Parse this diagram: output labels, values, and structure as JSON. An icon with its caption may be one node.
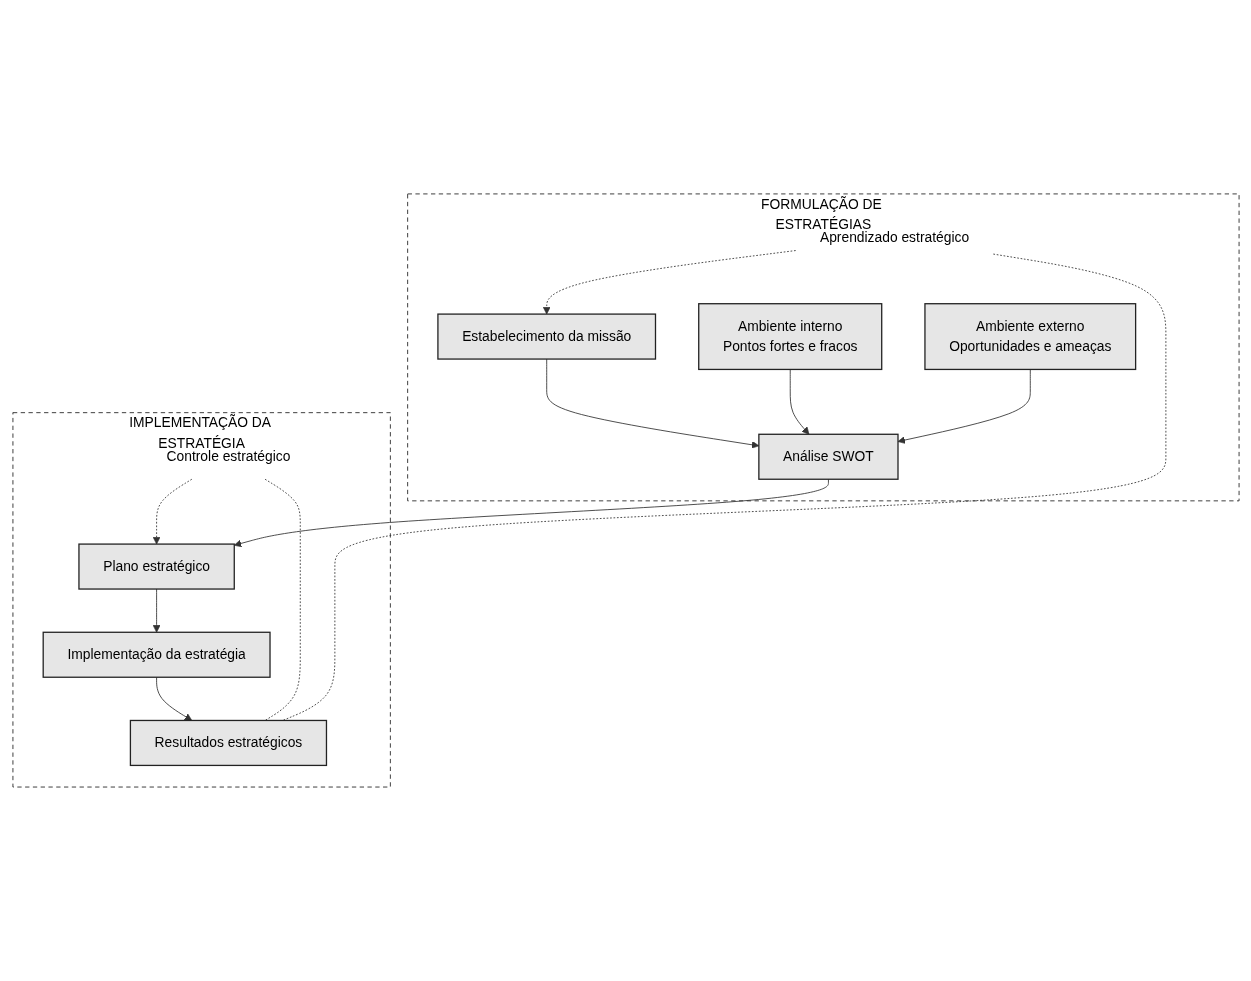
{
  "diagram": {
    "nodes": [
      {
        "text": [
          "FORMULAÇÃO DE ESTRATÉGIAS"
        ]
      },
      {
        "text": [
          "Estabelecimento da missão"
        ],
        "in": 0
      },
      {
        "text": [
          "Ambiente interno",
          "Pontos fortes e fracos"
        ],
        "in": 0
      },
      {
        "text": [
          "Análise SWOT"
        ],
        "in": 0
      },
      {
        "text": [
          "Ambiente externo",
          "Oportunidades e ameaças"
        ],
        "in": 0
      },
      {
        "text": [
          "Aprendizado estratégico"
        ],
        "in": 0
      },
      {
        "text": [
          "IMPLEMENTAÇÃO DA ESTRATÉGIA"
        ]
      },
      {
        "text": [
          "Plano estratégico"
        ],
        "in": 6
      },
      {
        "text": [
          "Implementação da estratégia"
        ],
        "in": 6
      },
      {
        "text": [
          "Resultados estratégicos"
        ],
        "in": 6
      },
      {
        "text": [
          "Controle estratégico"
        ],
        "in": 6
      }
    ],
    "edges": [
      {
        "from": 1,
        "to": 3,
        "arrow": "to"
      },
      {
        "from": 2,
        "to": 3,
        "arrow": "to"
      },
      {
        "from": 4,
        "to": 3,
        "arrow": "to"
      },
      {
        "from": 3,
        "to": 7,
        "arrow": "to"
      },
      {
        "from": 7,
        "to": 8,
        "arrow": "to"
      },
      {
        "from": 8,
        "to": 9,
        "arrow": "to"
      },
      {
        "from": 5,
        "to": 1,
        "arrow": "to",
        "style": "dashed"
      },
      {
        "from": 10,
        "to": 7,
        "arrow": "to",
        "style": "dashed"
      },
      {
        "from": 9,
        "to": 10,
        "arrow": "none",
        "style": "dashed"
      },
      {
        "from": 9,
        "to": 5,
        "arrow": "none",
        "style": "dashed"
      }
    ]
  }
}
